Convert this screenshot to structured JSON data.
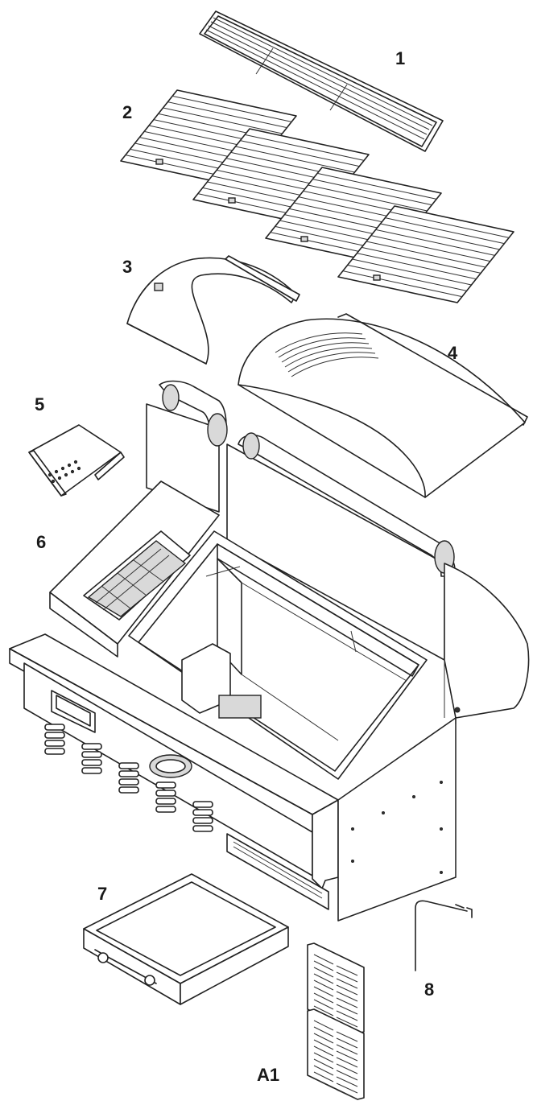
{
  "parts": [
    {
      "id": "grate-warming-rack",
      "label": "1"
    },
    {
      "id": "cooking-grates",
      "label": "2"
    },
    {
      "id": "small-hood",
      "label": "3"
    },
    {
      "id": "large-hood",
      "label": "4"
    },
    {
      "id": "smoker-box",
      "label": "5"
    },
    {
      "id": "side-burner-box",
      "label": "6"
    },
    {
      "id": "drip-tray",
      "label": "7"
    },
    {
      "id": "igniter-electrode",
      "label": "8"
    },
    {
      "id": "vent-panels",
      "label": "A1"
    }
  ]
}
